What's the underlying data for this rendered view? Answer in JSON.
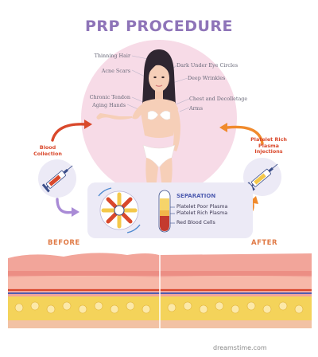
{
  "title": "PRP PROCEDURE",
  "body_labels": {
    "thinning_hair": "Thinning Hair",
    "acne_scars": "Acne Scars",
    "chronic_tendon": "Chronic Tendon",
    "aging_hands": "Aging Hands",
    "dark_circles": "Dark Under Eye Circles",
    "deep_wrinkles": "Deep Wrinkles",
    "chest_decolletage": "Chest and Decolletage",
    "arms": "Arms"
  },
  "steps": {
    "blood_collection": [
      "Blood",
      "Collection"
    ],
    "prp_injections": [
      "Platelet Rich",
      "Plasma",
      "Injections"
    ]
  },
  "separation": {
    "title": "SEPARATION",
    "layers": [
      "Platelet Poor Plasma",
      "Platelet Rich Plasma",
      "Red Blood Cells"
    ]
  },
  "before_label": "BEFORE",
  "after_label": "AFTER",
  "watermark": "dreamstime.com",
  "colors": {
    "title": "#8e74b8",
    "accent_red": "#d9482b",
    "accent_orange": "#f08a2c",
    "arrow_purple": "#a98bd6",
    "circle_pink": "#f7dbe7",
    "separation_bg": "#eceaf6",
    "skin_pink": "#f2a59a",
    "fat_yellow": "#f4d35a"
  }
}
